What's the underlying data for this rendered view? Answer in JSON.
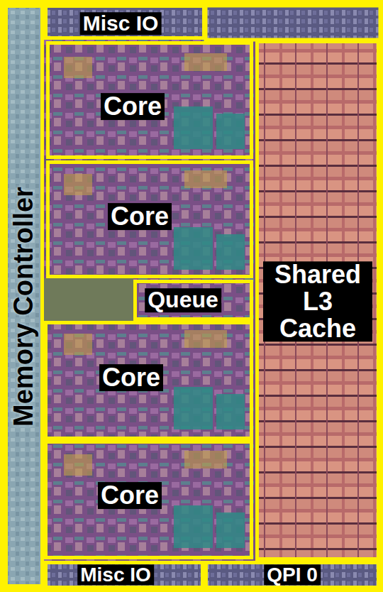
{
  "diagram": {
    "nodes": [
      {
        "text": [
          "Misc IO"
        ]
      },
      {
        "text": [
          "Core"
        ]
      },
      {
        "text": [
          "Core"
        ]
      },
      {
        "text": [
          "Queue"
        ]
      },
      {
        "text": [
          "Core"
        ]
      },
      {
        "text": [
          "Core"
        ]
      },
      {
        "text": [
          "Memory Controller"
        ]
      },
      {
        "text": [
          "Shared L3 Cache"
        ]
      },
      {
        "text": [
          "Misc IO"
        ]
      },
      {
        "text": [
          "QPI 0"
        ]
      }
    ]
  }
}
